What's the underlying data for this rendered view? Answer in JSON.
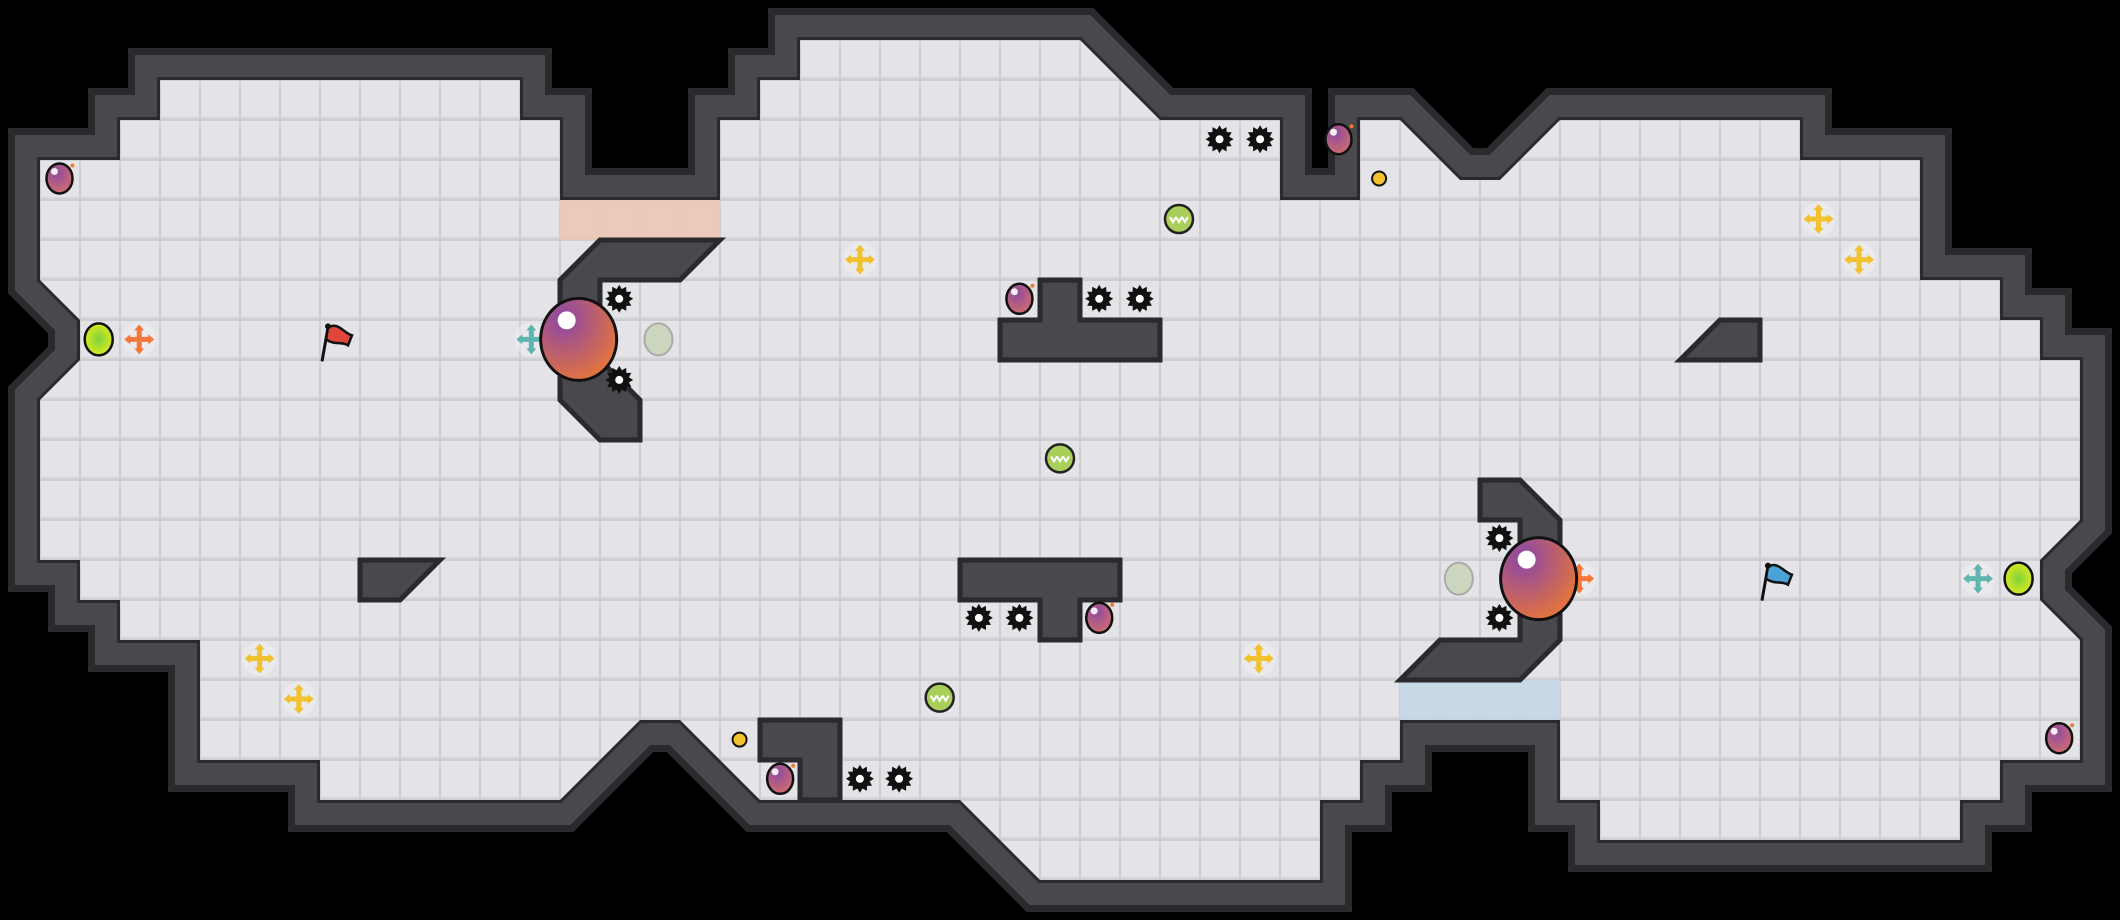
{
  "level": {
    "tile_grid": {
      "cols": 53,
      "rows": 23
    },
    "colors": {
      "background": "#000000",
      "floor": "#e4e4e8",
      "floor_line": "#cdcdd2",
      "wall": "#48484d",
      "wall_edge": "#2a2a2e",
      "red_zone": "#ebc6b6",
      "blue_zone": "#c3d7e6",
      "red_team": "#e2453c",
      "blue_team": "#4aa3d6",
      "ball_purple": "#8e4a9e",
      "ball_orange": "#f07a2e",
      "powerup_yellow": "#e9ee1a",
      "boost_yellow": "#f2c12e",
      "boost_orange": "#f5763a",
      "boost_teal": "#5fb5b0",
      "spike": "#111111"
    },
    "entity_types": [
      "flag-red",
      "flag-blue",
      "bomb",
      "spike-gear",
      "jukejuice-powerup",
      "speed-boost",
      "big-ball",
      "neutral-button",
      "portal-dot",
      "gate-red",
      "gate-blue"
    ]
  }
}
